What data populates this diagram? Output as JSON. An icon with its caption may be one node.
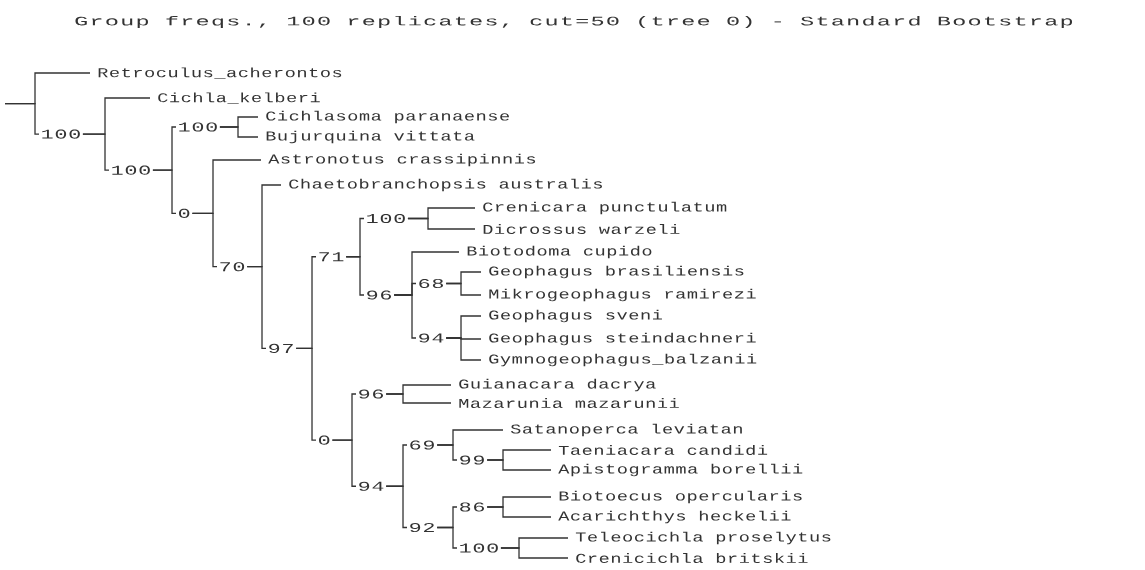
{
  "diagram": {
    "title": "Group freqs., 100 replicates, cut=50 (tree 0) - Standard Bootstrap",
    "nodes": [
      {
        "text": [
          "Retroculus_acherontos"
        ]
      },
      {
        "text": [
          "100"
        ]
      },
      {
        "text": [
          "Cichla_kelberi"
        ]
      },
      {
        "text": [
          "100"
        ]
      },
      {
        "text": [
          "100"
        ]
      },
      {
        "text": [
          "Cichlasoma paranaense"
        ]
      },
      {
        "text": [
          "Bujurquina vittata"
        ]
      },
      {
        "text": [
          "0"
        ]
      },
      {
        "text": [
          "Astronotus crassipinnis"
        ]
      },
      {
        "text": [
          "70"
        ]
      },
      {
        "text": [
          "Chaetobranchopsis australis"
        ]
      },
      {
        "text": [
          "97"
        ]
      },
      {
        "text": [
          "71"
        ]
      },
      {
        "text": [
          "100"
        ]
      },
      {
        "text": [
          "Crenicara punctulatum"
        ]
      },
      {
        "text": [
          "Dicrossus warzeli"
        ]
      },
      {
        "text": [
          "96"
        ]
      },
      {
        "text": [
          "Biotodoma cupido"
        ]
      },
      {
        "text": [
          "68"
        ]
      },
      {
        "text": [
          "Geophagus brasiliensis"
        ]
      },
      {
        "text": [
          "Mikrogeophagus ramirezi"
        ]
      },
      {
        "text": [
          "94"
        ]
      },
      {
        "text": [
          "Geophagus sveni"
        ]
      },
      {
        "text": [
          "Geophagus steindachneri"
        ]
      },
      {
        "text": [
          "Gymnogeophagus_balzanii"
        ]
      },
      {
        "text": [
          "0"
        ]
      },
      {
        "text": [
          "96"
        ]
      },
      {
        "text": [
          "Guianacara dacrya"
        ]
      },
      {
        "text": [
          "Mazarunia mazarunii"
        ]
      },
      {
        "text": [
          "94"
        ]
      },
      {
        "text": [
          "69"
        ]
      },
      {
        "text": [
          "Satanoperca leviatan"
        ]
      },
      {
        "text": [
          "99"
        ]
      },
      {
        "text": [
          "Taeniacara candidi"
        ]
      },
      {
        "text": [
          "Apistogramma borellii"
        ]
      },
      {
        "text": [
          "92"
        ]
      },
      {
        "text": [
          "86"
        ]
      },
      {
        "text": [
          "Biotoecus opercularis"
        ]
      },
      {
        "text": [
          "Acarichthys heckelii"
        ]
      },
      {
        "text": [
          "100"
        ]
      },
      {
        "text": [
          "Teleocichla proselytus"
        ]
      },
      {
        "text": [
          "Crenicichla britskii"
        ]
      }
    ],
    "edges": [
      {
        "from": null,
        "to": 0,
        "arrow": "none"
      },
      {
        "from": null,
        "to": 1,
        "arrow": "none"
      },
      {
        "from": 1,
        "to": 2,
        "arrow": "none"
      },
      {
        "from": 1,
        "to": 3,
        "arrow": "none"
      },
      {
        "from": 3,
        "to": 4,
        "arrow": "none"
      },
      {
        "from": 3,
        "to": 7,
        "arrow": "none"
      },
      {
        "from": 4,
        "to": 5,
        "arrow": "none"
      },
      {
        "from": 4,
        "to": 6,
        "arrow": "none"
      },
      {
        "from": 7,
        "to": 8,
        "arrow": "none"
      },
      {
        "from": 7,
        "to": 9,
        "arrow": "none"
      },
      {
        "from": 9,
        "to": 10,
        "arrow": "none"
      },
      {
        "from": 9,
        "to": 11,
        "arrow": "none"
      },
      {
        "from": 11,
        "to": 12,
        "arrow": "none"
      },
      {
        "from": 11,
        "to": 25,
        "arrow": "none"
      },
      {
        "from": 12,
        "to": 13,
        "arrow": "none"
      },
      {
        "from": 12,
        "to": 16,
        "arrow": "none"
      },
      {
        "from": 13,
        "to": 14,
        "arrow": "none"
      },
      {
        "from": 13,
        "to": 15,
        "arrow": "none"
      },
      {
        "from": 16,
        "to": 17,
        "arrow": "none"
      },
      {
        "from": 16,
        "to": 18,
        "arrow": "none"
      },
      {
        "from": 16,
        "to": 21,
        "arrow": "none"
      },
      {
        "from": 18,
        "to": 19,
        "arrow": "none"
      },
      {
        "from": 18,
        "to": 20,
        "arrow": "none"
      },
      {
        "from": 21,
        "to": 22,
        "arrow": "none"
      },
      {
        "from": 21,
        "to": 23,
        "arrow": "none"
      },
      {
        "from": 21,
        "to": 24,
        "arrow": "none"
      },
      {
        "from": 25,
        "to": 26,
        "arrow": "none"
      },
      {
        "from": 25,
        "to": 29,
        "arrow": "none"
      },
      {
        "from": 26,
        "to": 27,
        "arrow": "none"
      },
      {
        "from": 26,
        "to": 28,
        "arrow": "none"
      },
      {
        "from": 29,
        "to": 30,
        "arrow": "none"
      },
      {
        "from": 29,
        "to": 35,
        "arrow": "none"
      },
      {
        "from": 30,
        "to": 31,
        "arrow": "none"
      },
      {
        "from": 30,
        "to": 32,
        "arrow": "none"
      },
      {
        "from": 32,
        "to": 33,
        "arrow": "none"
      },
      {
        "from": 32,
        "to": 34,
        "arrow": "none"
      },
      {
        "from": 35,
        "to": 36,
        "arrow": "none"
      },
      {
        "from": 35,
        "to": 39,
        "arrow": "none"
      },
      {
        "from": 36,
        "to": 37,
        "arrow": "none"
      },
      {
        "from": 36,
        "to": 38,
        "arrow": "none"
      },
      {
        "from": 39,
        "to": 40,
        "arrow": "none"
      },
      {
        "from": 39,
        "to": 41,
        "arrow": "none"
      }
    ]
  }
}
